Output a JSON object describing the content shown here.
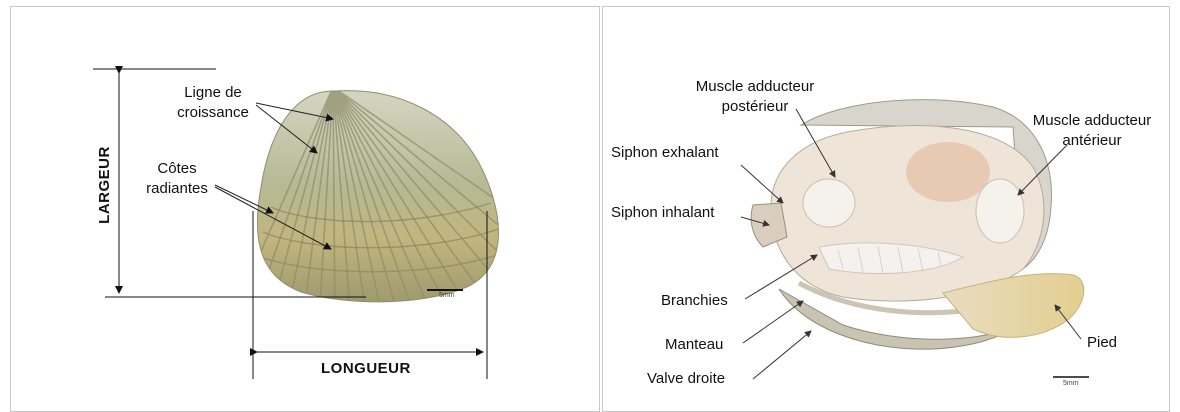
{
  "left_panel": {
    "labels": {
      "growth_line": "Ligne de\ncroissance",
      "growth_line_1": "Ligne de",
      "growth_line_2": "croissance",
      "ribs_1": "Côtes",
      "ribs_2": "radiantes",
      "width": "LARGEUR",
      "length": "LONGUEUR"
    },
    "scale_bar": "5mm"
  },
  "right_panel": {
    "labels": {
      "posterior_adductor_1": "Muscle adducteur",
      "posterior_adductor_2": "postérieur",
      "anterior_adductor_1": "Muscle adducteur",
      "anterior_adductor_2": "antérieur",
      "exhalant_siphon": "Siphon exhalant",
      "inhalant_siphon": "Siphon inhalant",
      "gills": "Branchies",
      "mantle": "Manteau",
      "right_valve": "Valve droite",
      "foot": "Pied"
    },
    "scale_bar": "5mm"
  },
  "colors": {
    "shell_light": "#cfd3b6",
    "shell_mid": "#a9ad86",
    "shell_band": "#b9a86e",
    "flesh": "#efe6dc",
    "foot": "#e8d9a8",
    "muscle": "#f2eee8"
  }
}
